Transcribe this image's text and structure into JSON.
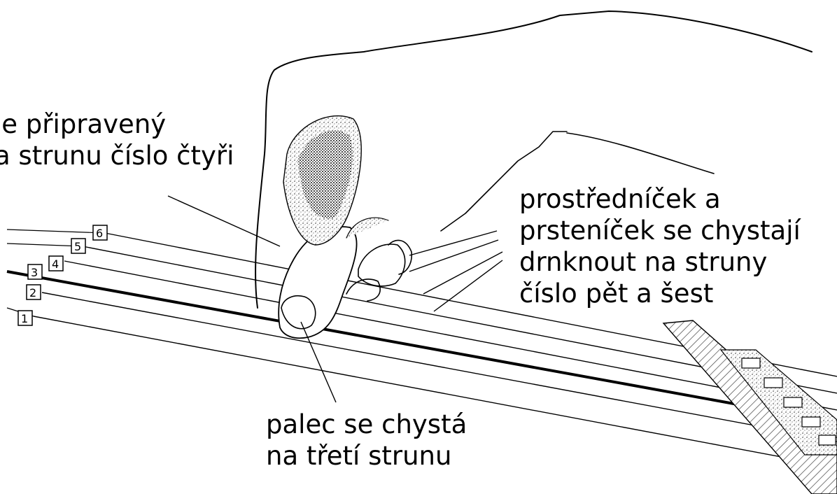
{
  "captions": {
    "index_finger": [
      "je připravený",
      "a strunu číslo čtyři"
    ],
    "middle_ring": [
      "prostředníček a",
      "prsteníček se chystají",
      "drnknout na struny",
      "číslo pět a šest"
    ],
    "thumb": [
      "palec se chystá",
      "na třetí strunu"
    ]
  },
  "string_labels": [
    "1",
    "2",
    "3",
    "4",
    "5",
    "6"
  ]
}
